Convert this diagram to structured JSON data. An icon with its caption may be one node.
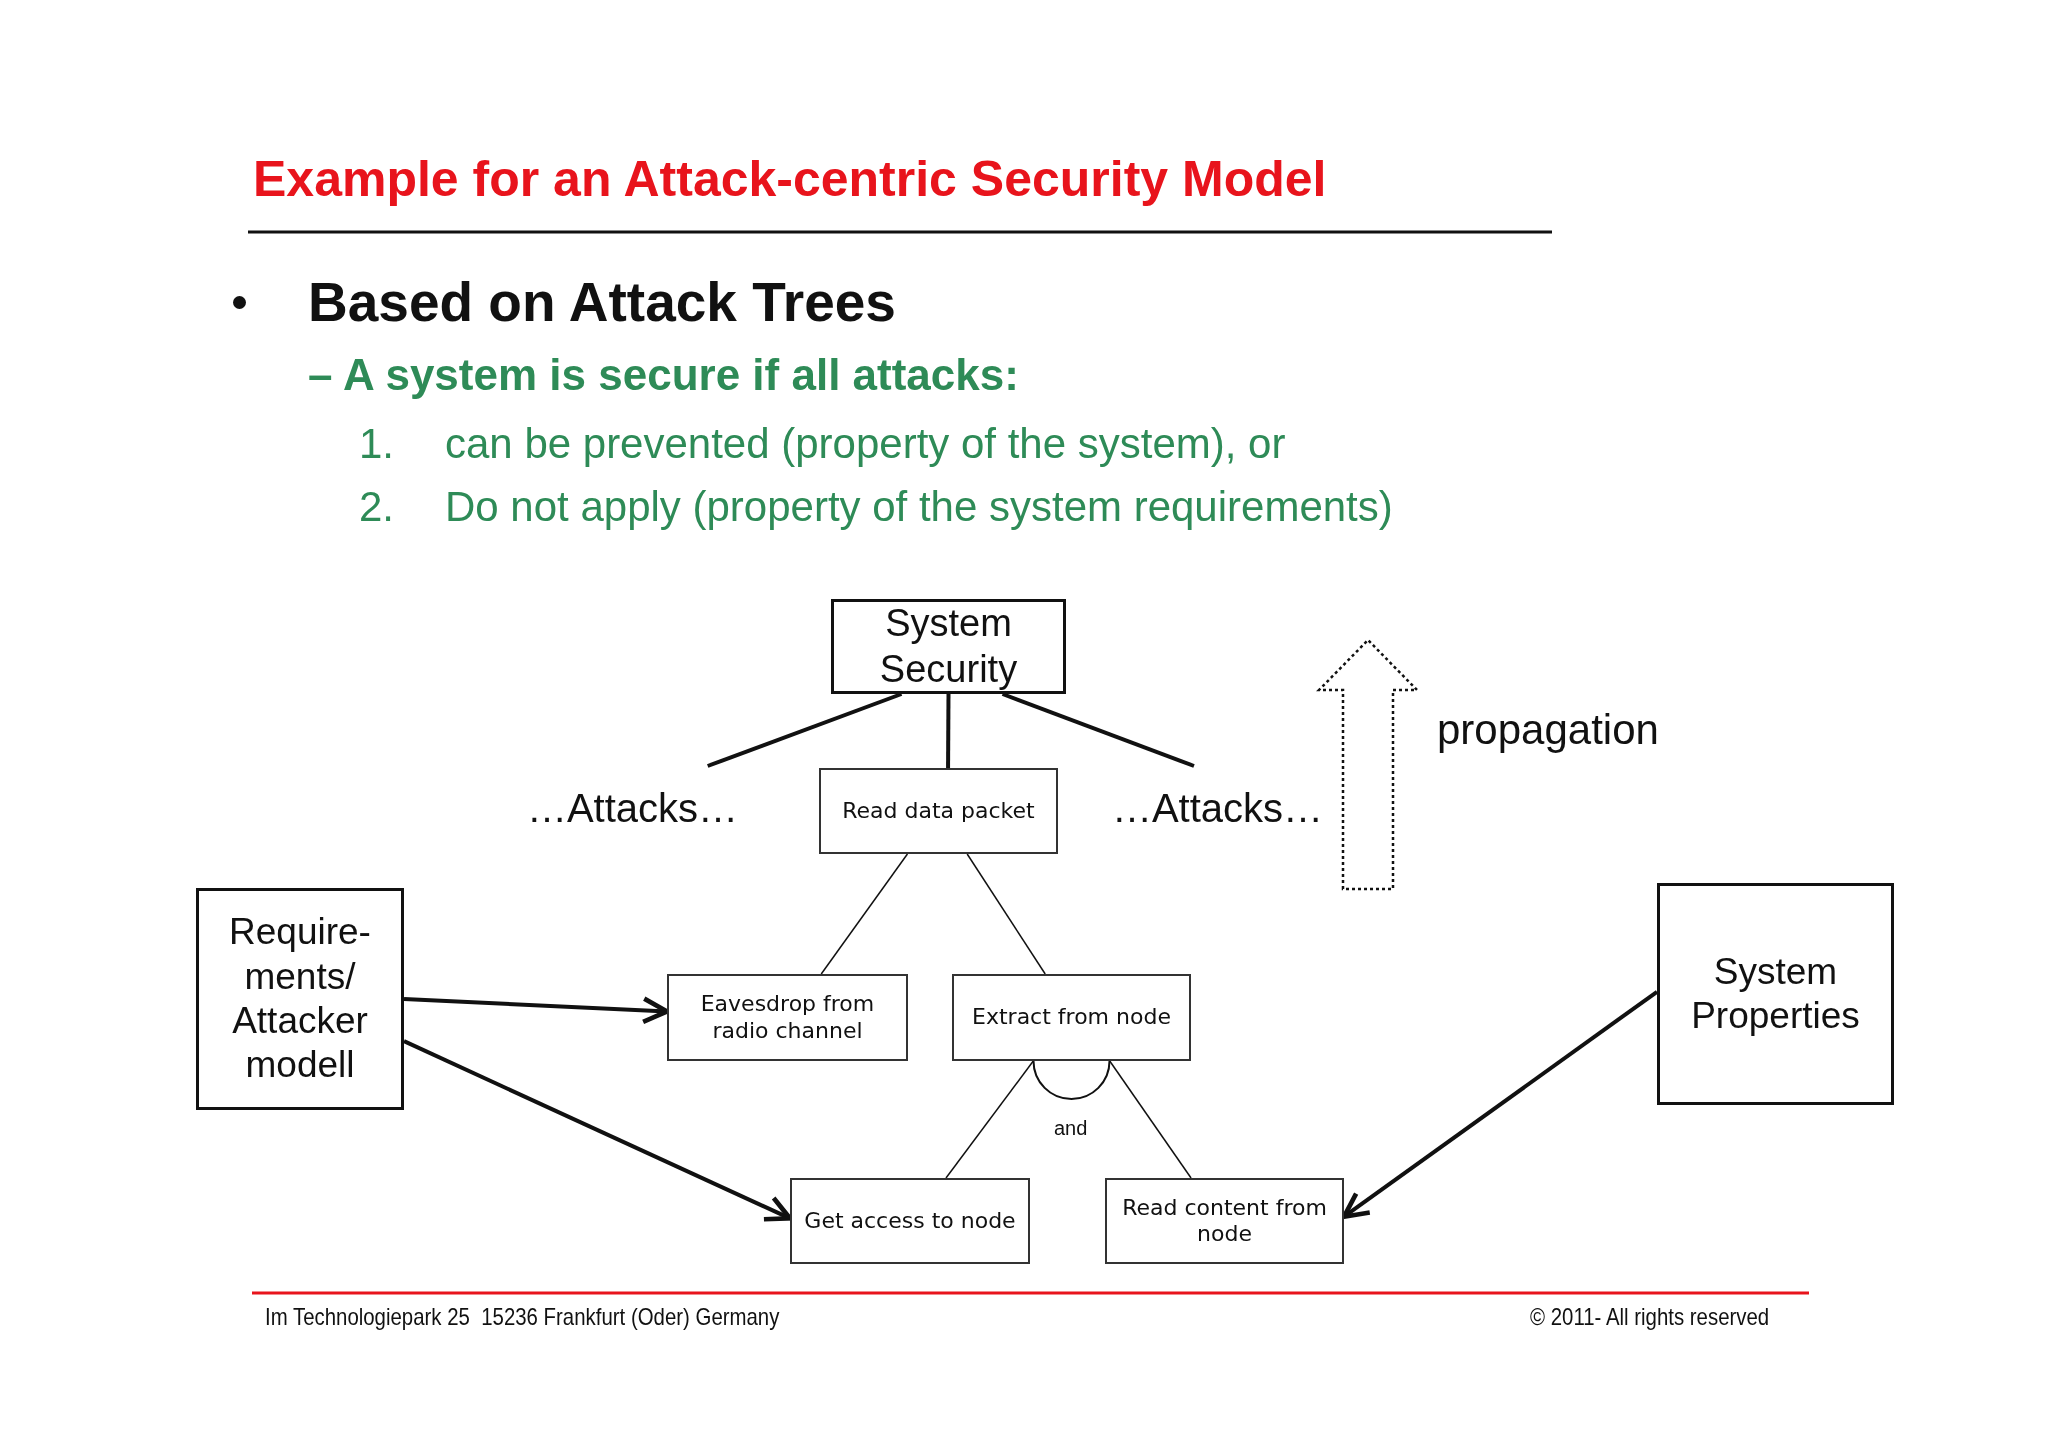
{
  "diagram": {
    "title": "Example for an Attack-centric Security Model",
    "nodes": [
      {
        "text": [
          "System Security"
        ]
      },
      {
        "text": [
          "…Attacks…"
        ]
      },
      {
        "text": [
          "Read data packet"
        ]
      },
      {
        "text": [
          "…Attacks…"
        ]
      },
      {
        "text": [
          "Require-ments/ Attacker modell"
        ]
      },
      {
        "text": [
          "Eavesdrop from radio channel"
        ]
      },
      {
        "text": [
          "Extract from node"
        ]
      },
      {
        "text": [
          "System Properties"
        ]
      },
      {
        "text": [
          "Get access to node"
        ]
      },
      {
        "text": [
          "Read content from node"
        ]
      }
    ],
    "edges": [
      {
        "from": 0,
        "to": 1,
        "arrow": "none"
      },
      {
        "from": 0,
        "to": 2,
        "arrow": "none"
      },
      {
        "from": 0,
        "to": 3,
        "arrow": "none"
      },
      {
        "from": 2,
        "to": 5,
        "arrow": "none"
      },
      {
        "from": 2,
        "to": 6,
        "arrow": "none"
      },
      {
        "from": 6,
        "to": 8,
        "arrow": "none"
      },
      {
        "from": 6,
        "to": 9,
        "arrow": "none"
      },
      {
        "from": 4,
        "to": 5,
        "arrow": "to"
      },
      {
        "from": 4,
        "to": 8,
        "arrow": "to"
      },
      {
        "from": 7,
        "to": 9,
        "arrow": "to"
      }
    ],
    "labels": [
      "Based on Attack Trees",
      "– A system is secure if all attacks:",
      "1.",
      "can be prevented (property of the system), or",
      "2.",
      "Do not apply (property of the system requirements)",
      "propagation",
      "and",
      "Im Technologiepark 25  15236 Frankfurt (Oder) Germany",
      "© 2011- All rights reserved"
    ]
  }
}
